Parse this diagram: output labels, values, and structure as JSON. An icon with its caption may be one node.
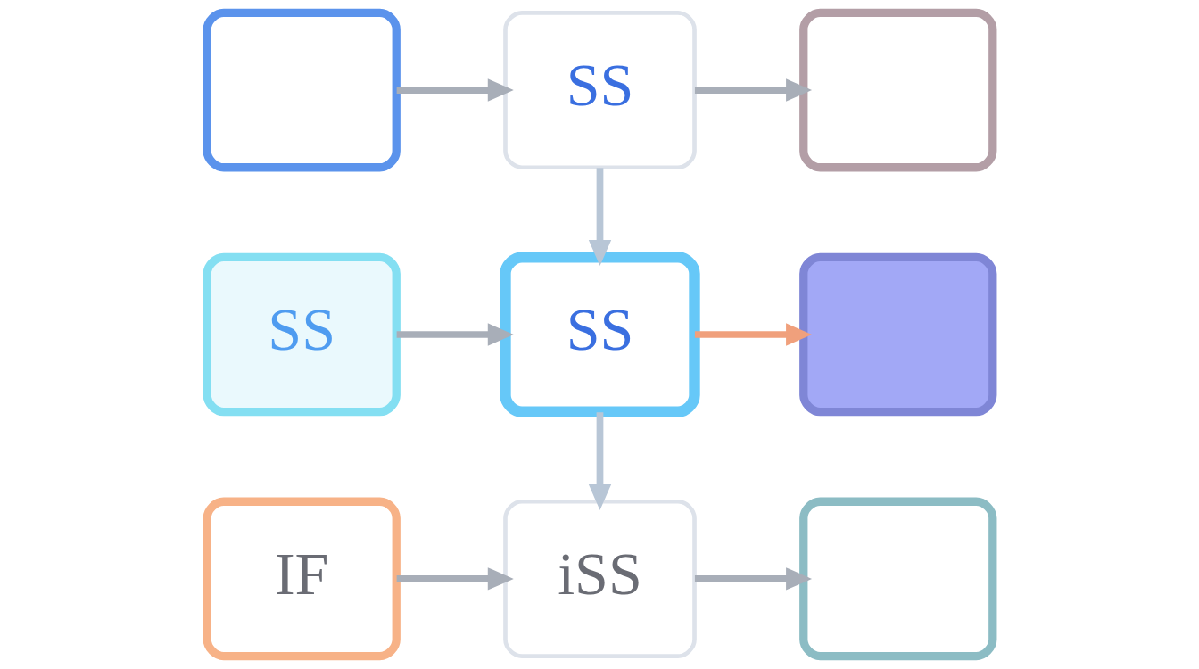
{
  "diagram": {
    "nodes": [
      {
        "text": [],
        "shape": "box"
      },
      {
        "text": [
          "SS"
        ]
      },
      {
        "text": [],
        "shape": "box"
      },
      {
        "text": [
          "SS"
        ]
      },
      {
        "text": [
          "SS"
        ]
      },
      {
        "text": [],
        "shape": "box"
      },
      {
        "text": [
          "IF"
        ]
      },
      {
        "text": [
          "iSS"
        ]
      },
      {
        "text": [],
        "shape": "box"
      }
    ],
    "edges": [
      {
        "from": 0,
        "to": 1,
        "arrow": "to"
      },
      {
        "from": 1,
        "to": 2,
        "arrow": "to"
      },
      {
        "from": 1,
        "to": 4,
        "arrow": "to"
      },
      {
        "from": 3,
        "to": 4,
        "arrow": "to"
      },
      {
        "from": 4,
        "to": 5,
        "arrow": "to",
        "color": "#f0a07c"
      },
      {
        "from": 4,
        "to": 7,
        "arrow": "to"
      },
      {
        "from": 6,
        "to": 7,
        "arrow": "to"
      },
      {
        "from": 7,
        "to": 8,
        "arrow": "to"
      }
    ]
  }
}
